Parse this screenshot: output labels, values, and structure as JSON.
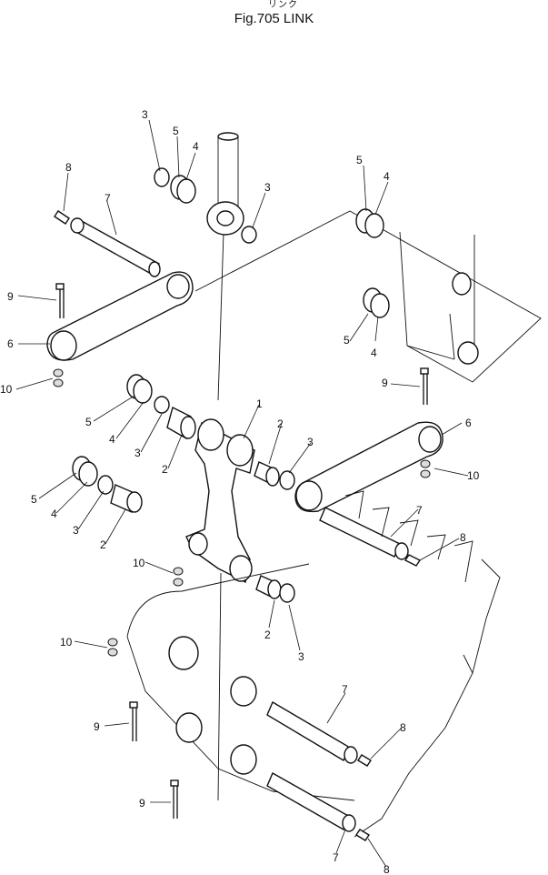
{
  "figure": {
    "subtitle": "リンク",
    "title": "Fig.705  LINK"
  },
  "callouts": [
    "1",
    "2",
    "3",
    "4",
    "5",
    "6",
    "7",
    "8",
    "9",
    "10"
  ]
}
